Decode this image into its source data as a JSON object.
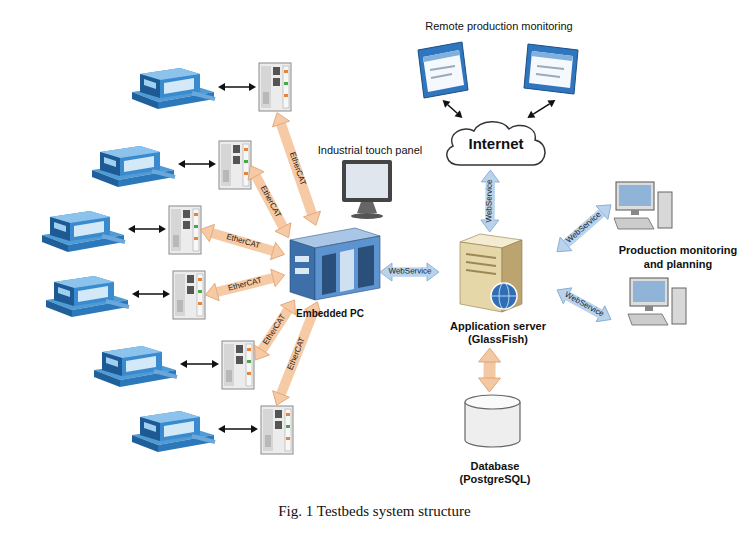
{
  "diagram": {
    "caption": "Fig. 1 Testbeds system structure",
    "nodes": [
      {
        "text": [
          "Remote production monitoring"
        ]
      },
      {
        "text": [
          "Internet"
        ]
      },
      {
        "text": [
          "Industrial touch panel"
        ]
      },
      {
        "text": [
          "Embedded PC"
        ]
      },
      {
        "text": [
          "Application server (GlassFish)"
        ]
      },
      {
        "text": [
          "Production monitoring and planning"
        ]
      },
      {
        "text": [
          "Database (PostgreSQL)"
        ]
      }
    ],
    "edges": [
      {
        "from": 3,
        "to": 4,
        "arrow": "both",
        "label": "WebService"
      },
      {
        "from": 4,
        "to": 1,
        "arrow": "both",
        "label": "WebService"
      },
      {
        "from": 1,
        "to": 0,
        "arrow": "both"
      },
      {
        "from": 1,
        "to": 0,
        "arrow": "both"
      },
      {
        "from": 4,
        "to": 5,
        "arrow": "both",
        "label": "WebService"
      },
      {
        "from": 4,
        "to": 5,
        "arrow": "both",
        "label": "WebService"
      },
      {
        "from": 4,
        "to": 6,
        "arrow": "both"
      }
    ],
    "labels": [
      "EtherCAT",
      "EtherCAT",
      "EtherCAT",
      "EtherCAT",
      "EtherCAT",
      "EtherCAT"
    ]
  }
}
